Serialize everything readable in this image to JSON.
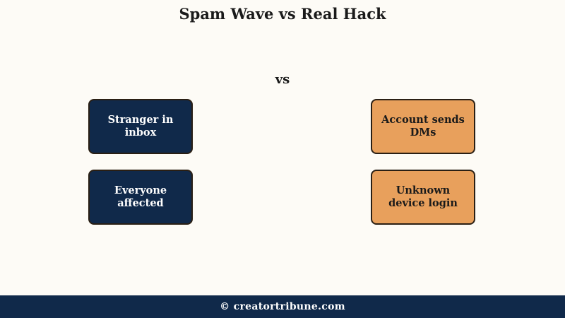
{
  "title": "Spam Wave vs Real Hack",
  "vs_label": "vs",
  "spam_column": {
    "items": [
      "Stranger in inbox",
      "Everyone affected"
    ],
    "color": "#10294a"
  },
  "hack_column": {
    "items": [
      "Account sends DMs",
      "Unknown device login"
    ],
    "color": "#e8a05c"
  },
  "footer": {
    "text": "© creatortribune.com"
  }
}
